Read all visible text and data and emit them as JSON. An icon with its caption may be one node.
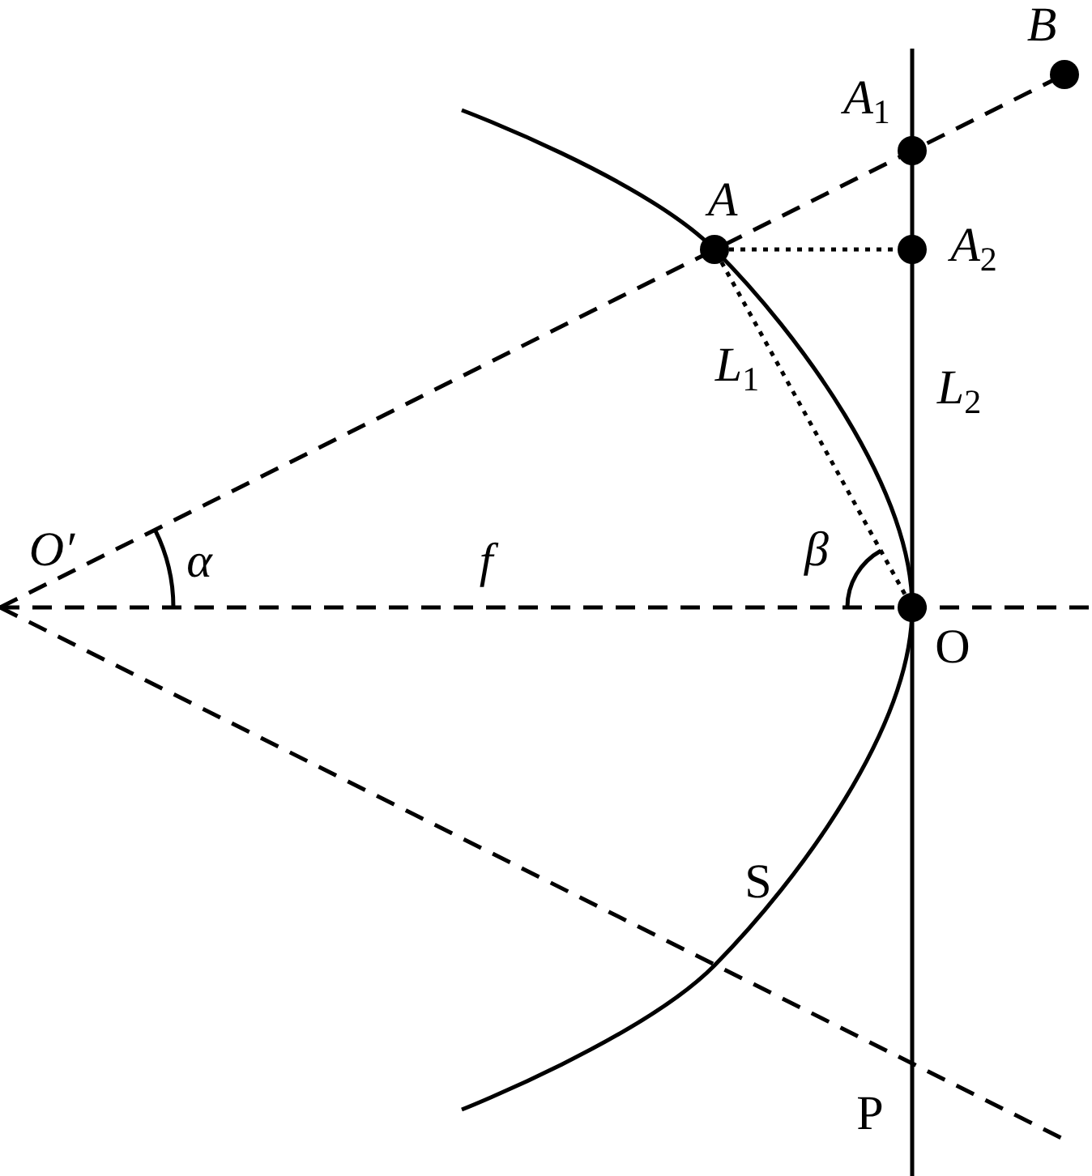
{
  "diagram": {
    "nodes": [
      {
        "text": [],
        "shape": "circle",
        "beside": [
          "B"
        ]
      },
      {
        "text": [],
        "shape": "circle",
        "beside": [
          "A$_{1}$"
        ]
      },
      {
        "text": [],
        "shape": "circle",
        "beside": [
          "A"
        ]
      },
      {
        "text": [],
        "shape": "circle",
        "beside": [
          "A$_{2}$"
        ]
      },
      {
        "text": [],
        "shape": "circle",
        "beside": [
          "O"
        ]
      }
    ],
    "edges": [
      {
        "from": 2,
        "to": 3,
        "arrow": "none",
        "style": "dashed"
      },
      {
        "from": 2,
        "to": 4,
        "arrow": "none",
        "style": "dashed",
        "label": "L$_{1}$"
      }
    ],
    "labels": [
      "O′",
      "α",
      "f",
      "β",
      "L$_{2}$",
      "S",
      "P"
    ]
  }
}
